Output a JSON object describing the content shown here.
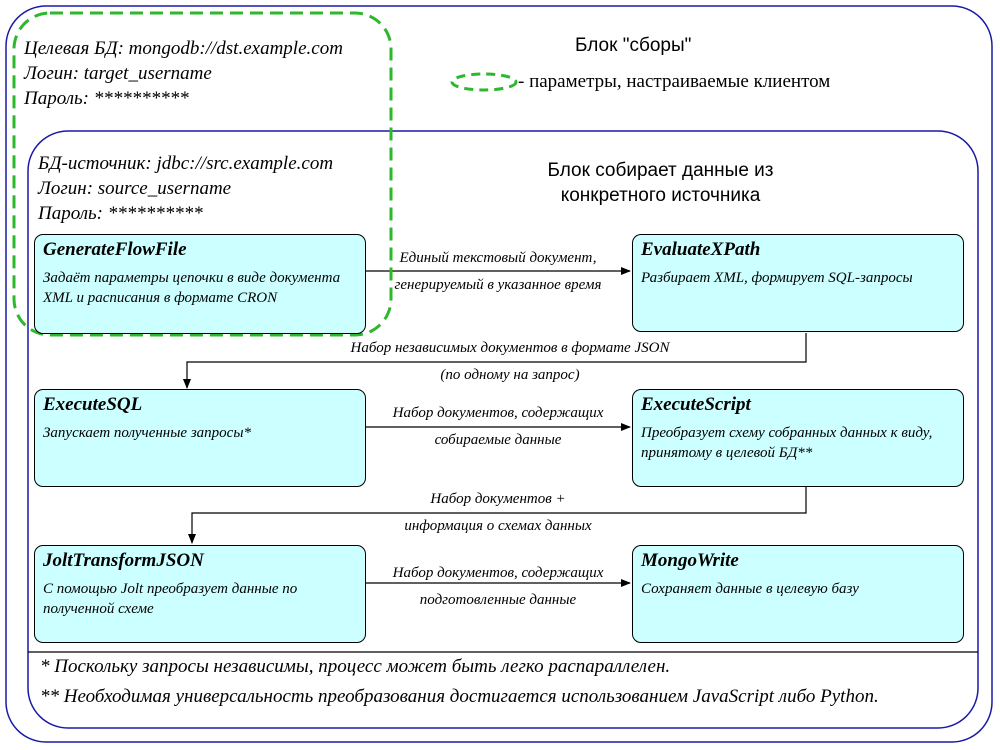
{
  "outer_block": {
    "title": "Блок \"сборы\"",
    "target_db": "Целевая БД: mongodb://dst.example.com",
    "target_login": "Логин: target_username",
    "target_password": "Пароль: **********"
  },
  "legend": {
    "text": "- параметры, настраиваемые клиентом"
  },
  "inner_block": {
    "title_line1": "Блок собирает данные из",
    "title_line2": "конкретного источника",
    "source_db": "БД-источник: jdbc://src.example.com",
    "source_login": "Логин: source_username",
    "source_password": "Пароль: **********"
  },
  "nodes": [
    {
      "title": "GenerateFlowFile",
      "desc": "Задаёт параметры цепочки в виде документа XML и расписания в формате CRON"
    },
    {
      "title": "EvaluateXPath",
      "desc": "Разбирает XML, формирует SQL-запросы"
    },
    {
      "title": "ExecuteSQL",
      "desc": "Запускает полученные запросы*"
    },
    {
      "title": "ExecuteScript",
      "desc": "Преобразует схему собранных данных к виду, принятому в целевой БД**"
    },
    {
      "title": "JoltTransformJSON",
      "desc": "С помощью Jolt преобразует данные по полученной схеме"
    },
    {
      "title": "MongoWrite",
      "desc": "Сохраняет данные в целевую базу"
    }
  ],
  "edges": [
    {
      "line1": "Единый текстовый документ,",
      "line2": "генерируемый в указанное время"
    },
    {
      "line1": "Набор независимых документов в формате JSON",
      "line2": "(по одному на запрос)"
    },
    {
      "line1": "Набор документов, содержащих",
      "line2": "собираемые данные"
    },
    {
      "line1": "Набор документов +",
      "line2": "информация о схемах данных"
    },
    {
      "line1": "Набор документов, содержащих",
      "line2": "подготовленные данные"
    }
  ],
  "footnotes": [
    "* Поскольку запросы независимы, процесс может быть легко распараллелен.",
    "** Необходимая универсальность преобразования достигается использованием JavaScript либо Python."
  ],
  "colors": {
    "block_border": "#1a1aa8",
    "node_fill": "#ccffff",
    "dashed_param": "#2db82d"
  }
}
